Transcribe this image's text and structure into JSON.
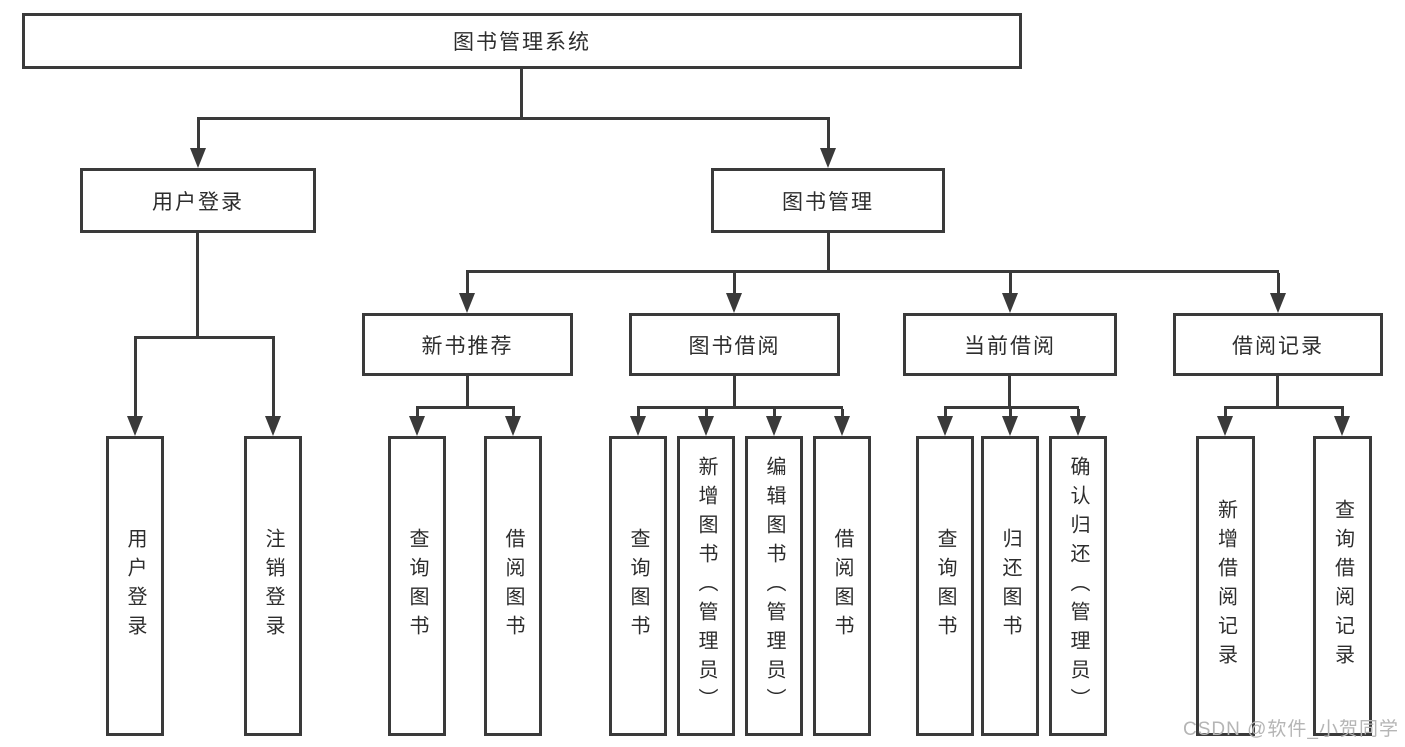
{
  "tree": {
    "label": "图书管理系统",
    "children": [
      {
        "label": "用户登录",
        "children": [
          {
            "label": "用户登录"
          },
          {
            "label": "注销登录"
          }
        ]
      },
      {
        "label": "图书管理",
        "children": [
          {
            "label": "新书推荐",
            "children": [
              {
                "label": "查询图书"
              },
              {
                "label": "借阅图书"
              }
            ]
          },
          {
            "label": "图书借阅",
            "children": [
              {
                "label": "查询图书"
              },
              {
                "label": "新增图书（管理员）"
              },
              {
                "label": "编辑图书（管理员）"
              },
              {
                "label": "借阅图书"
              }
            ]
          },
          {
            "label": "当前借阅",
            "children": [
              {
                "label": "查询图书"
              },
              {
                "label": "归还图书"
              },
              {
                "label": "确认归还（管理员）"
              }
            ]
          },
          {
            "label": "借阅记录",
            "children": [
              {
                "label": "新增借阅记录"
              },
              {
                "label": "查询借阅记录"
              }
            ]
          }
        ]
      }
    ]
  },
  "watermark": {
    "text": "CSDN @软件_小贺同学"
  },
  "colors": {
    "line": "#3a3a3a",
    "text": "#2d2d2d",
    "box_background": "#ffffff",
    "watermark": "#b5b5b5",
    "page_background": "#ffffff"
  }
}
